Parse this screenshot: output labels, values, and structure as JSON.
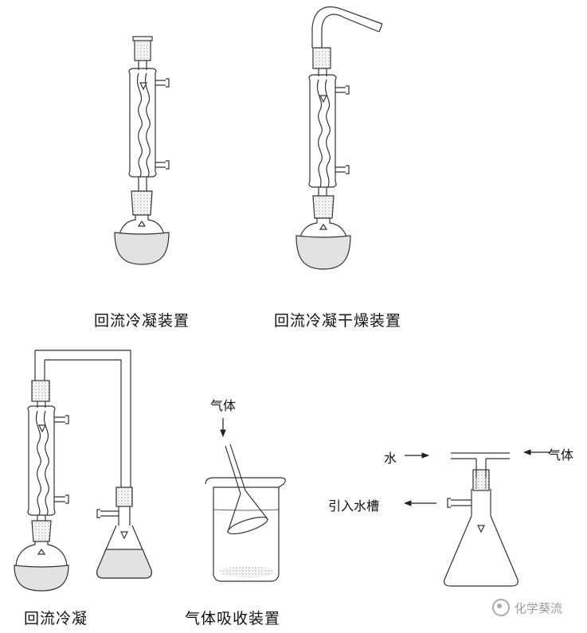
{
  "captions": {
    "reflux": "回流冷凝装置",
    "reflux_drying": "回流冷凝干燥装置",
    "reflux_condense": "回流冷凝",
    "gas_absorption": "气体吸收装置"
  },
  "labels": {
    "gas_beaker": "气体",
    "water": "水",
    "gas_flask": "气体",
    "to_sink": "引入水槽"
  },
  "watermark": "化学葵流",
  "colors": {
    "line": "#333333",
    "liquid": "#dcdcdc",
    "packing": "#bfbfbf"
  }
}
